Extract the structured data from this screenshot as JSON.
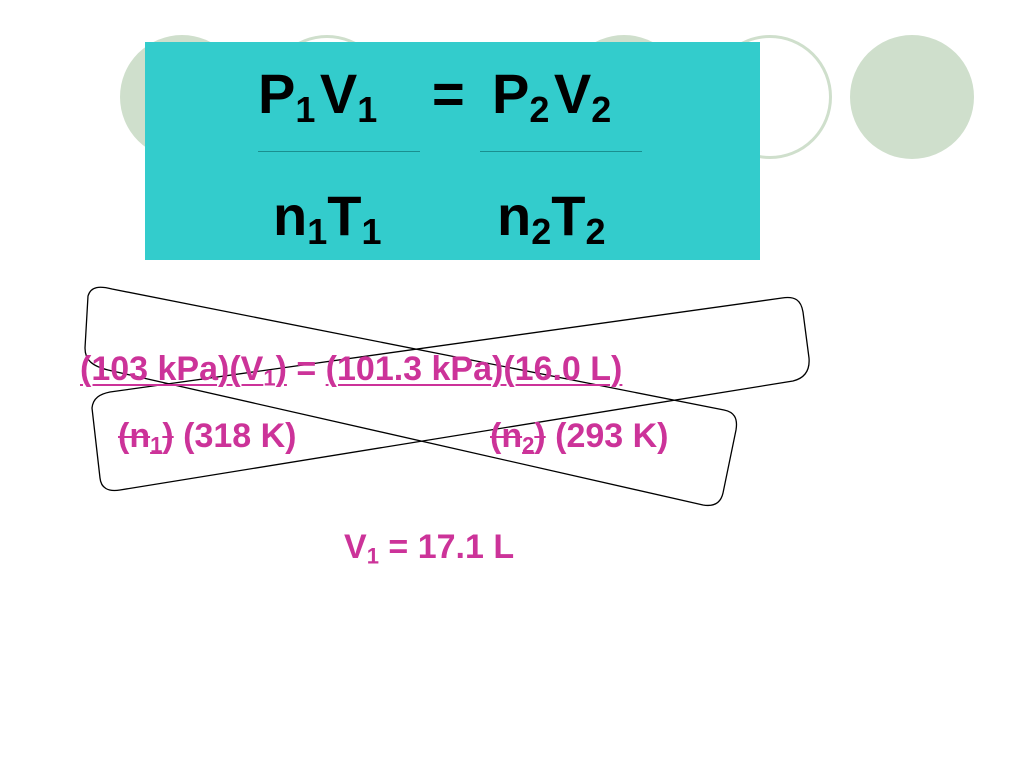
{
  "formula": {
    "num_left": {
      "p": "P",
      "p_sub": "1",
      "v": "V",
      "v_sub": "1"
    },
    "equals": "=",
    "num_right": {
      "p": "P",
      "p_sub": "2",
      "v": "V",
      "v_sub": "2"
    },
    "den_left": {
      "n": "n",
      "n_sub": "1",
      "t": "T",
      "t_sub": "1"
    },
    "den_right": {
      "n": "n",
      "n_sub": "2",
      "t": "T",
      "t_sub": "2"
    }
  },
  "work": {
    "left_numerator": "(103 kPa)(V",
    "left_numerator_sub": "1",
    "left_numerator_close": ")",
    "equals": "=",
    "right_numerator": "(101.3 kPa)(16.0 L)",
    "left_den_n": "(n",
    "left_den_n_sub": "1",
    "left_den_n_close": ")",
    "left_den_t": "(318 K)",
    "right_den_n": "(n",
    "right_den_n_sub": "2",
    "right_den_n_close": ")",
    "right_den_t": "(293 K)"
  },
  "result": {
    "v": "V",
    "v_sub": "1",
    "rest": "= 17.1 L"
  },
  "colors": {
    "box": "#33cccc",
    "accent": "#cc3399",
    "circle": "#cfdfcc"
  }
}
